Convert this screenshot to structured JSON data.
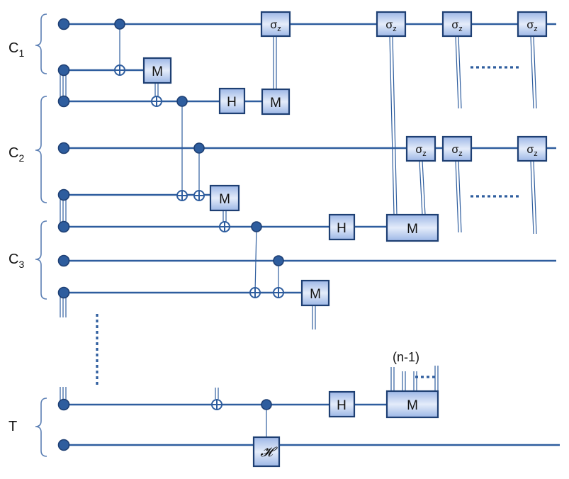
{
  "registers": [
    {
      "key": "C1",
      "main": "C",
      "sub": "1"
    },
    {
      "key": "C2",
      "main": "C",
      "sub": "2"
    },
    {
      "key": "C3",
      "main": "C",
      "sub": "3"
    },
    {
      "key": "T",
      "main": "T",
      "sub": ""
    }
  ],
  "gates": {
    "hadamard": "H",
    "measure": "M",
    "phase_main": "σ",
    "phase_sub": "z",
    "controlled_unitary": "𝓗"
  },
  "annotations": {
    "t_measure_inputs": "(n-1)"
  },
  "colors": {
    "wire": "#2E5D9E",
    "gate_fill_edge": "#9DB7E6",
    "gate_fill_center": "#E4ECFA",
    "gate_border": "#1E3F73"
  }
}
